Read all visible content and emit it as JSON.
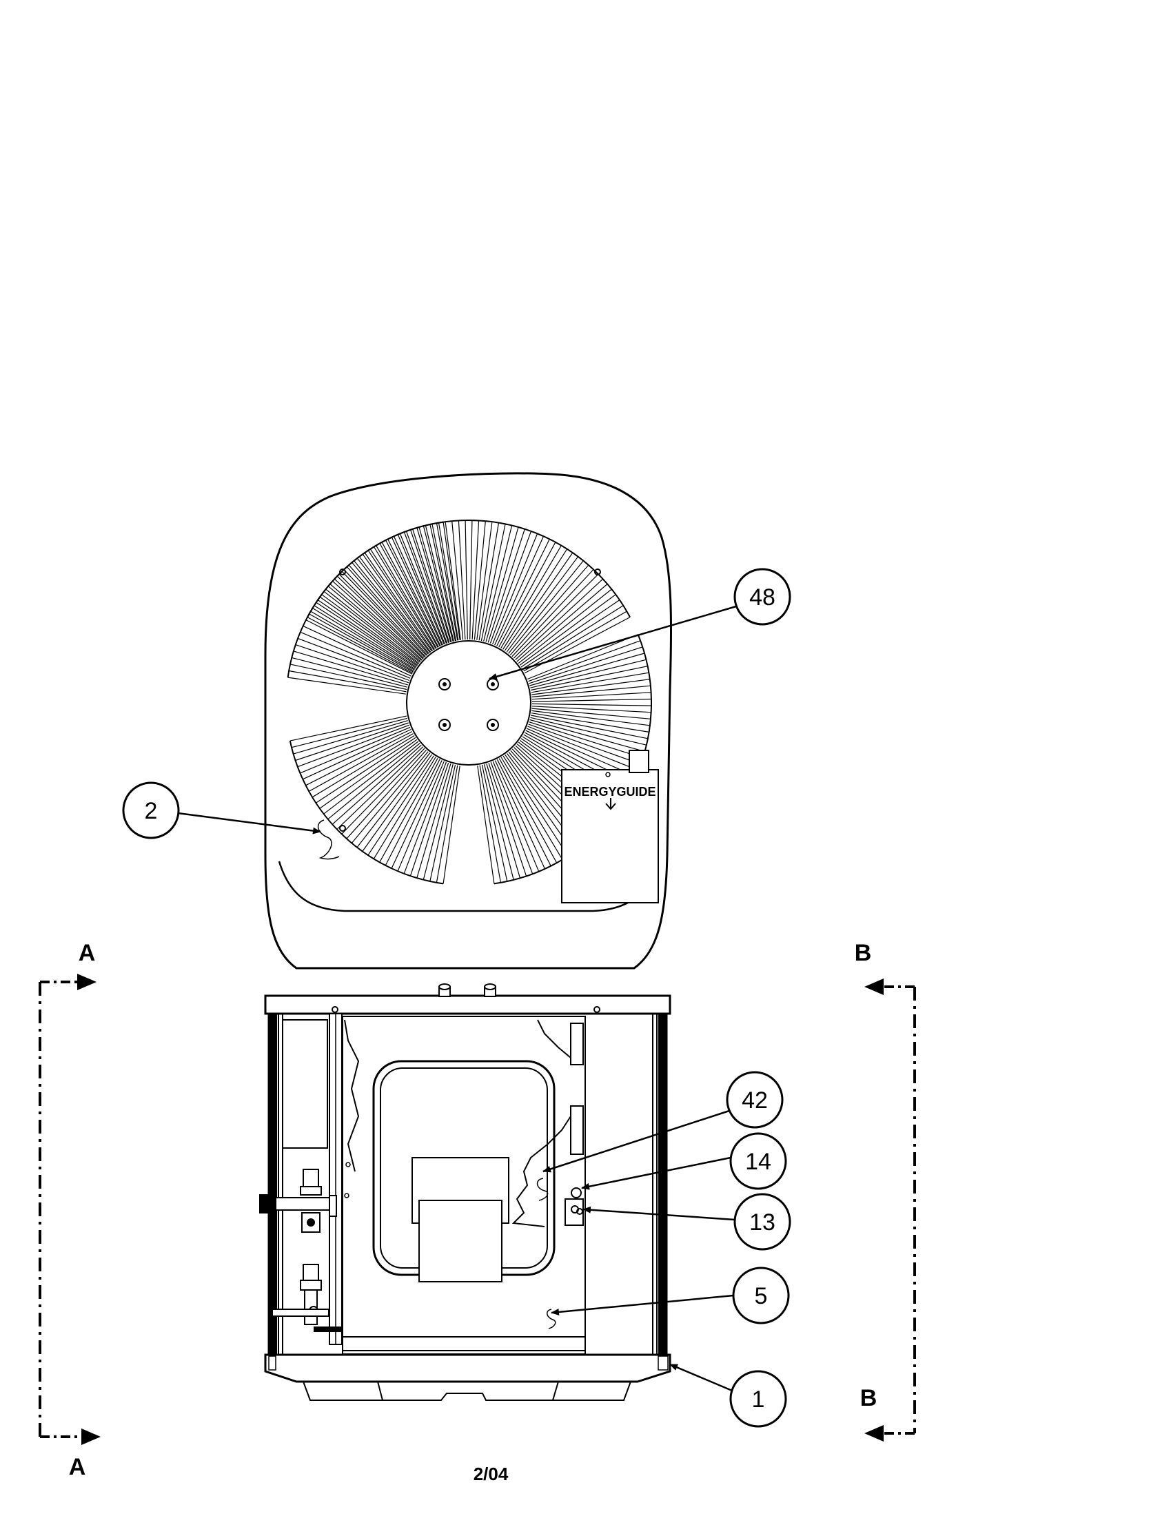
{
  "callouts": {
    "c48": "48",
    "c2": "2",
    "c42": "42",
    "c14": "14",
    "c13": "13",
    "c5": "5",
    "c1": "1"
  },
  "sections": {
    "a_top": "A",
    "a_bottom": "A",
    "b_top": "B",
    "b_bottom": "B"
  },
  "label_text": "ENERGYGUIDE",
  "footer": "2/04"
}
